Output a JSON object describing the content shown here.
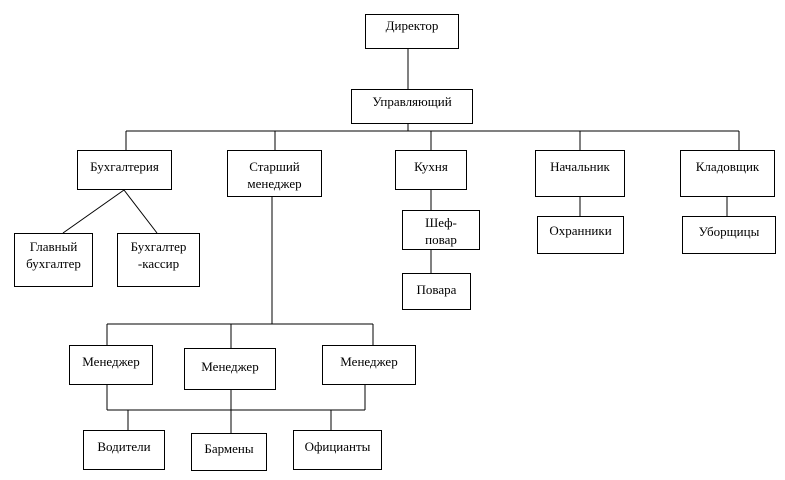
{
  "colors": {
    "line": "#000000",
    "box_fill": "#ffffff",
    "text": "#000000"
  },
  "nodes": {
    "director": "Директор",
    "manager_general": "Управляющий",
    "accounting": "Бухгалтерия",
    "senior_manager": "Старший\nменеджер",
    "kitchen": "Кухня",
    "chief": "Начальник",
    "storekeeper": "Кладовщик",
    "chief_accountant": "Главный\nбухгалтер",
    "accountant_cashier": "Бухгалтер\n-кассир",
    "chef": "Шеф-\nповар",
    "cooks": "Повара",
    "guards": "Охранники",
    "cleaners": "Уборщицы",
    "manager_1": "Менеджер",
    "manager_2": "Менеджер",
    "manager_3": "Менеджер",
    "drivers": "Водители",
    "barmen": "Бармены",
    "waiters": "Официанты"
  }
}
